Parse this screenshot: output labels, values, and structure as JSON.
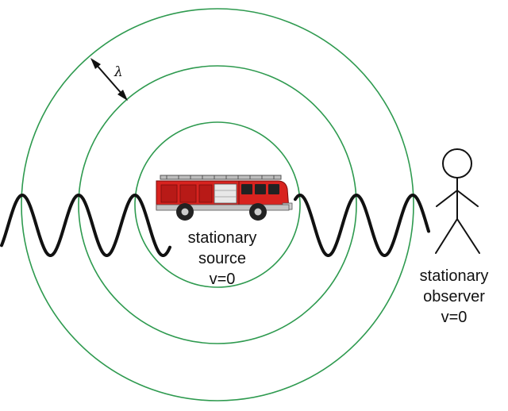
{
  "diagram": {
    "wavelength_symbol": "λ",
    "source": {
      "label_line1": "stationary",
      "label_line2": "source",
      "label_line3": "v=0"
    },
    "observer": {
      "label_line1": "stationary",
      "label_line2": "observer",
      "label_line3": "v=0"
    }
  },
  "colors": {
    "wavefront": "#2e9a4f",
    "wave": "#111111",
    "truck_body": "#d8231f",
    "truck_dark": "#222222",
    "truck_window": "#e8e8e8",
    "observer": "#111111"
  }
}
